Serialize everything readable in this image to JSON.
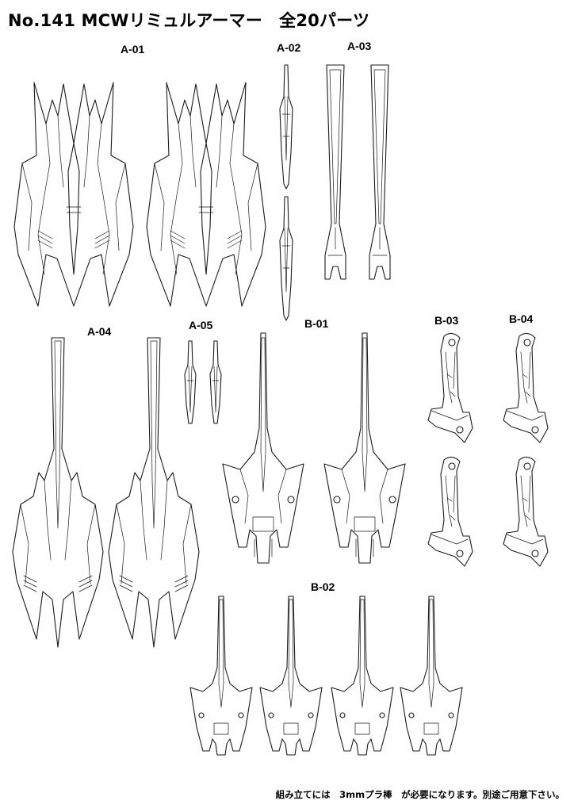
{
  "header": {
    "title": "No.141 MCWリミュルアーマー　全20パーツ"
  },
  "parts": {
    "a01": "A-01",
    "a02": "A-02",
    "a03": "A-03",
    "a04": "A-04",
    "a05": "A-05",
    "b01": "B-01",
    "b02": "B-02",
    "b03": "B-03",
    "b04": "B-04"
  },
  "footer": {
    "note": "組み立てには　3mmプラ棒　が必要になります。別途ご用意下さい。"
  }
}
